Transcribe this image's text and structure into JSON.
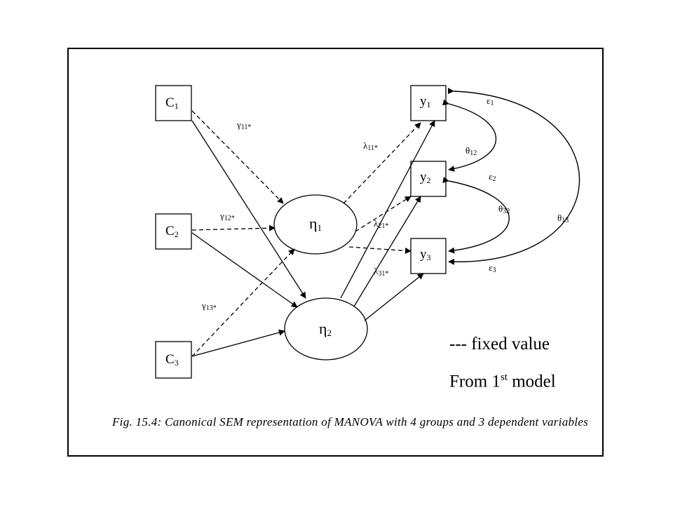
{
  "nodes": {
    "C1": {
      "base": "C",
      "sub": "1"
    },
    "C2": {
      "base": "C",
      "sub": "2"
    },
    "C3": {
      "base": "C",
      "sub": "3"
    },
    "eta1": {
      "base": "η",
      "sub": "1"
    },
    "eta2": {
      "base": "η",
      "sub": "2"
    },
    "y1": {
      "base": "y",
      "sub": "1"
    },
    "y2": {
      "base": "y",
      "sub": "2"
    },
    "y3": {
      "base": "y",
      "sub": "3"
    }
  },
  "edge_labels": {
    "gamma11": {
      "base": "γ",
      "sub": "11*"
    },
    "gamma12": {
      "base": "γ",
      "sub": "12*"
    },
    "gamma13": {
      "base": "γ",
      "sub": "13*"
    },
    "lambda11": {
      "base": "λ",
      "sub": "11*"
    },
    "lambda21": {
      "base": "λ",
      "sub": "21*"
    },
    "lambda31": {
      "base": "λ",
      "sub": "31*"
    },
    "eps1": {
      "base": "ε",
      "sub": "1"
    },
    "eps2": {
      "base": "ε",
      "sub": "2"
    },
    "eps3": {
      "base": "ε",
      "sub": "3"
    },
    "theta12": {
      "base": "θ",
      "sub": "12"
    },
    "theta32": {
      "base": "θ",
      "sub": "32"
    },
    "theta13": {
      "base": "θ",
      "sub": "13"
    }
  },
  "notes": {
    "fixed": "--- fixed value",
    "from_base": "From 1",
    "from_sup": "st",
    "from_rest": " model"
  },
  "caption": "Fig. 15.4: Canonical SEM representation of MANOVA with 4 groups and 3 dependent variables"
}
